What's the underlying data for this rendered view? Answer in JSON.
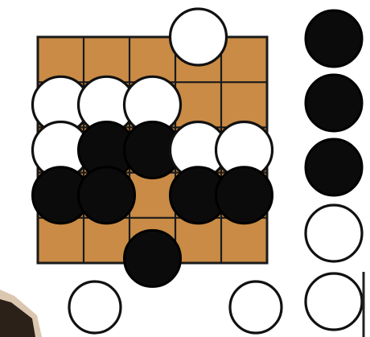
{
  "board": {
    "columns": 5,
    "rows": 5,
    "board_color": "#c98b45",
    "line_color": "#1a1a1a"
  },
  "stone_colors": {
    "black": "#0b0b0b",
    "white": "#ffffff"
  },
  "stones": [
    {
      "color": "white",
      "col": 3,
      "row": -0.5
    },
    {
      "color": "white",
      "col": 0,
      "row": 1
    },
    {
      "color": "white",
      "col": 1,
      "row": 1
    },
    {
      "color": "white",
      "col": 2,
      "row": 1
    },
    {
      "color": "white",
      "col": 0,
      "row": 2
    },
    {
      "color": "black",
      "col": 1,
      "row": 2
    },
    {
      "color": "black",
      "col": 2,
      "row": 2
    },
    {
      "color": "white",
      "col": 3,
      "row": 2
    },
    {
      "color": "white",
      "col": 4,
      "row": 2
    },
    {
      "color": "black",
      "col": 0,
      "row": 3
    },
    {
      "color": "black",
      "col": 1,
      "row": 3
    },
    {
      "color": "black",
      "col": 3,
      "row": 3
    },
    {
      "color": "black",
      "col": 4,
      "row": 3
    },
    {
      "color": "black",
      "col": 2,
      "row": 4.4
    }
  ],
  "side_stones": [
    "black",
    "black",
    "black",
    "white",
    "white"
  ],
  "loose_stones": [
    "white",
    "white"
  ],
  "icons": {
    "corner": "dark-corner-fragment",
    "edge": "edge-bar-mark"
  }
}
